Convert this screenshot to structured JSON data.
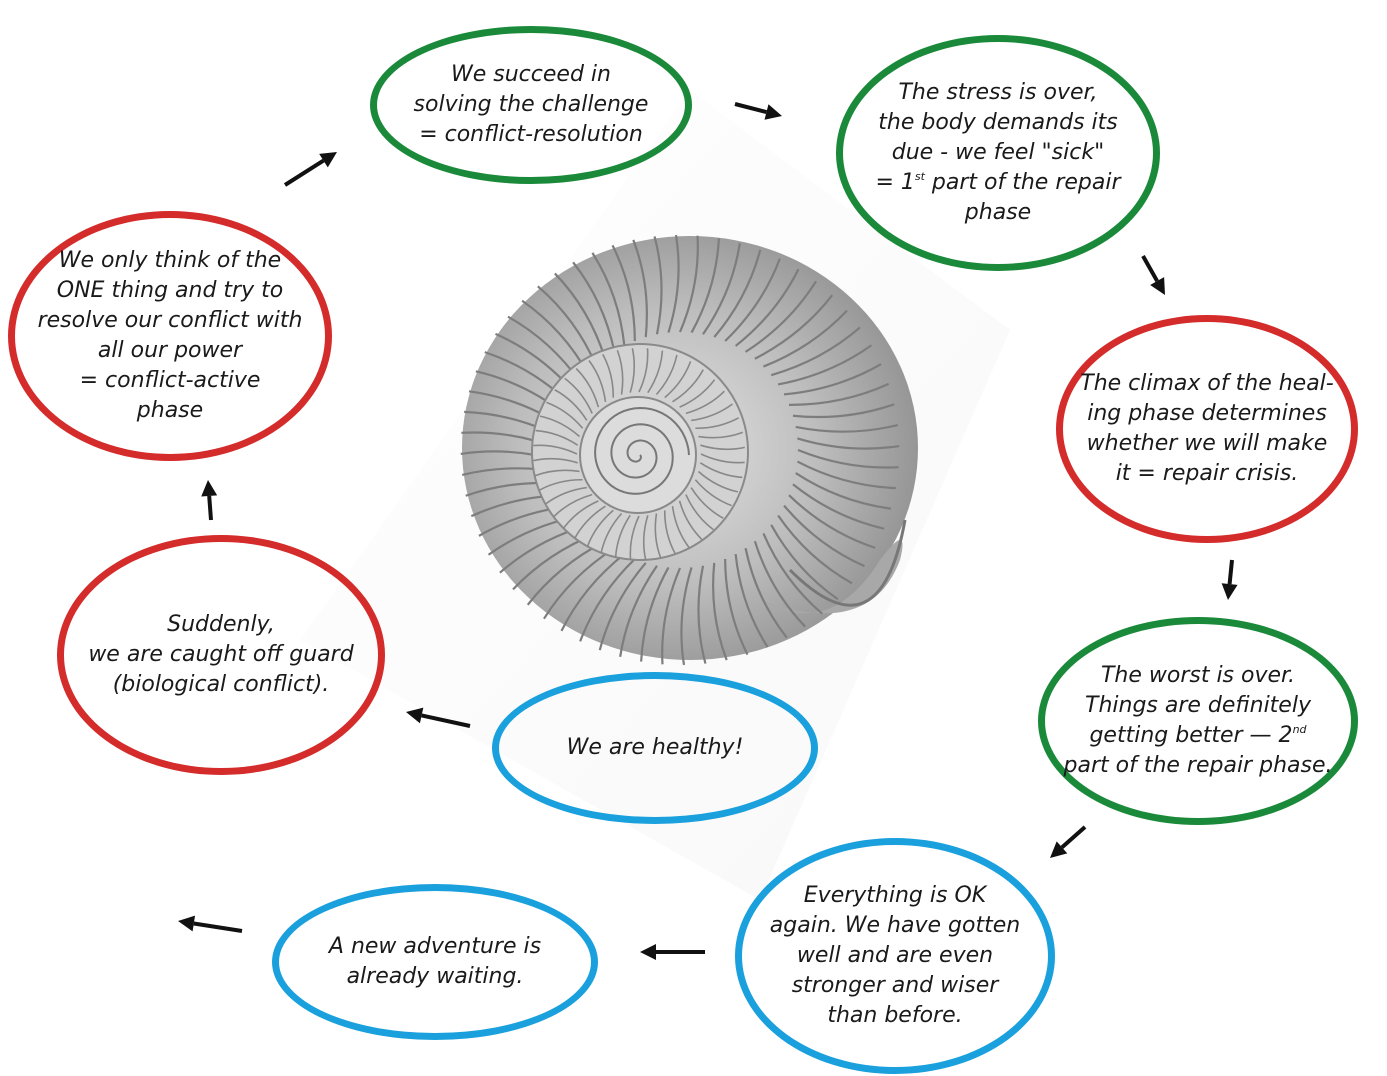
{
  "colors": {
    "red": "#d42b2b",
    "green": "#1a8a3a",
    "blue": "#1aa0dc",
    "arrow": "#111111",
    "text": "#1a1a1a"
  },
  "center_image": {
    "icon": "ammonite-shell-icon"
  },
  "nodes": [
    {
      "id": "conflict-resolution",
      "color": "green",
      "lines": [
        {
          "text": "We succeed in"
        },
        {
          "text": "solving the challenge"
        },
        {
          "text": "= conflict-resolution"
        }
      ]
    },
    {
      "id": "repair-phase-1",
      "color": "green",
      "lines": [
        {
          "text": "The stress is over,"
        },
        {
          "text": "the body demands its"
        },
        {
          "text": "due - we feel \"sick\""
        },
        {
          "text": "= 1",
          "sup": "st",
          "after": " part of the repair"
        },
        {
          "text": "phase"
        }
      ]
    },
    {
      "id": "repair-crisis",
      "color": "red",
      "lines": [
        {
          "text": "The climax of the heal-"
        },
        {
          "text": "ing phase determines"
        },
        {
          "text": "whether we will make"
        },
        {
          "text": "it = repair crisis."
        }
      ]
    },
    {
      "id": "repair-phase-2",
      "color": "green",
      "lines": [
        {
          "text": "The worst is over."
        },
        {
          "text": "Things are definitely"
        },
        {
          "text": "getting better — 2",
          "sup": "nd"
        },
        {
          "text": "part of the repair phase."
        }
      ]
    },
    {
      "id": "everything-ok",
      "color": "blue",
      "lines": [
        {
          "text": "Everything is OK"
        },
        {
          "text": "again. We have gotten"
        },
        {
          "text": "well and are even"
        },
        {
          "text": "stronger and wiser"
        },
        {
          "text": "than before."
        }
      ]
    },
    {
      "id": "new-adventure",
      "color": "blue",
      "lines": [
        {
          "text": "A new adventure is"
        },
        {
          "text": "already waiting."
        }
      ]
    },
    {
      "id": "healthy",
      "color": "blue",
      "lines": [
        {
          "text": "We are healthy!"
        }
      ]
    },
    {
      "id": "biological-conflict",
      "color": "red",
      "lines": [
        {
          "text": "Suddenly,"
        },
        {
          "text": "we are caught off guard"
        },
        {
          "text": "(biological conflict)."
        }
      ]
    },
    {
      "id": "conflict-active",
      "color": "red",
      "lines": [
        {
          "text": "We only think of the"
        },
        {
          "text": "ONE thing and try to"
        },
        {
          "text": "resolve our conflict with"
        },
        {
          "text": "all our power"
        },
        {
          "text": "= conflict-active"
        },
        {
          "text": "phase"
        }
      ]
    }
  ]
}
